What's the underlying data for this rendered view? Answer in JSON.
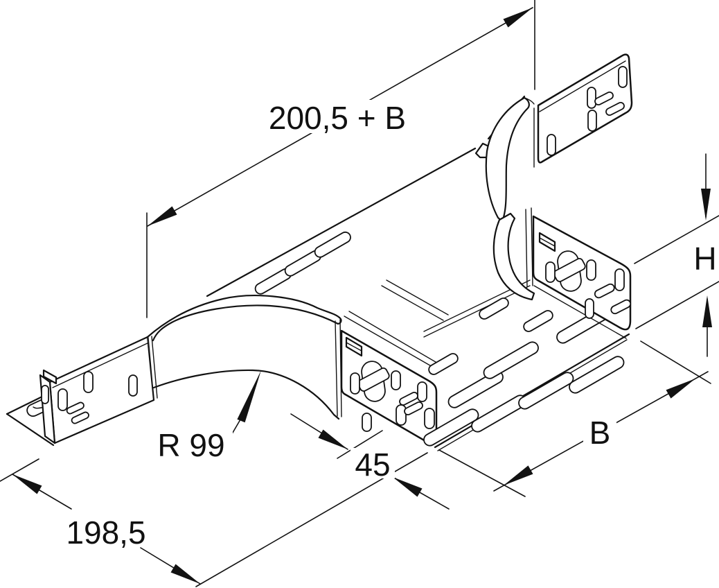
{
  "drawing": {
    "kind": "isometric technical line drawing",
    "subject": "cable tray add-on tee with perforated side rails and quick-connect end plates",
    "background_color": "#ffffff",
    "line_color": "#121212",
    "dimensions": {
      "total_length": "200,5 + B",
      "left_length": "198,5",
      "branch_stub_length": "45",
      "bend_radius": "R 99",
      "width": "B",
      "height": "H"
    }
  }
}
